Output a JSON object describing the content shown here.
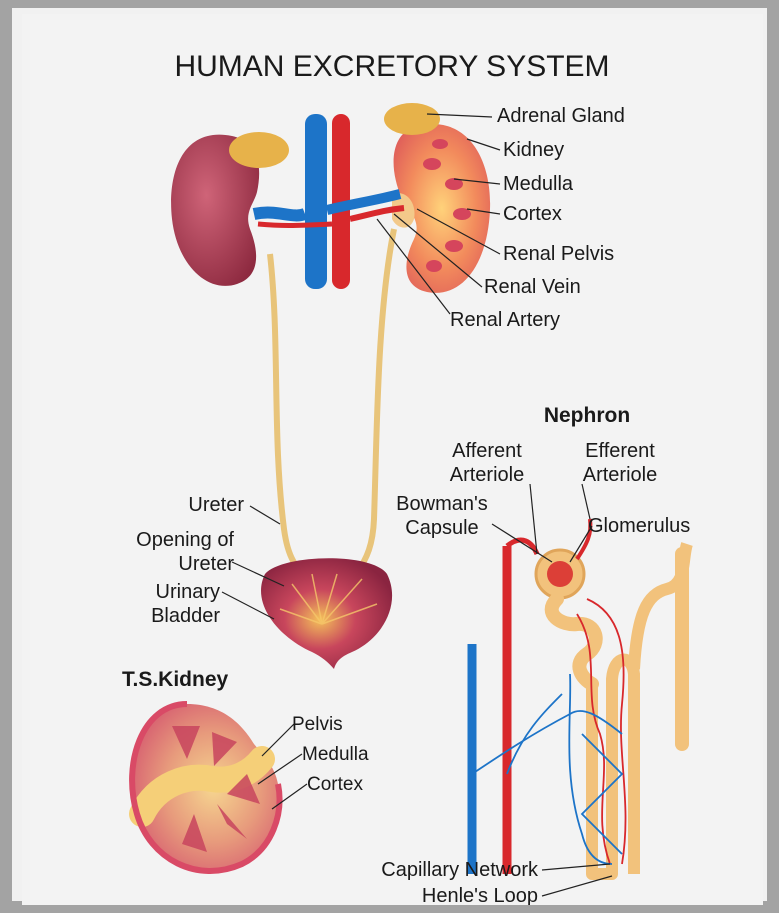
{
  "title": "HUMAN EXCRETORY SYSTEM",
  "main_labels": {
    "adrenal_gland": "Adrenal Gland",
    "kidney": "Kidney",
    "medulla": "Medulla",
    "cortex": "Cortex",
    "renal_pelvis": "Renal Pelvis",
    "renal_vein": "Renal Vein",
    "renal_artery": "Renal Artery",
    "ureter": "Ureter",
    "opening_of_ureter_line1": "Opening of",
    "opening_of_ureter_line2": "Ureter",
    "urinary_bladder_line1": "Urinary",
    "urinary_bladder_line2": "Bladder"
  },
  "nephron": {
    "heading": "Nephron",
    "afferent_line1": "Afferent",
    "afferent_line2": "Arteriole",
    "efferent_line1": "Efferent",
    "efferent_line2": "Arteriole",
    "bowmans_line1": "Bowman's",
    "bowmans_line2": "Capsule",
    "glomerulus": "Glomerulus",
    "capillary_network": "Capillary Network",
    "henles_loop": "Henle's Loop"
  },
  "ts_kidney": {
    "heading": "T.S.Kidney",
    "pelvis": "Pelvis",
    "medulla": "Medulla",
    "cortex": "Cortex"
  },
  "colors": {
    "kidney": "#b8435a",
    "kidney_cut": "#f08b5e",
    "adrenal": "#e7b24a",
    "vein": "#1d74c8",
    "artery": "#d8282c",
    "ureter": "#e8c47a",
    "tubule": "#f2c27c",
    "background": "#f3f3f3"
  }
}
